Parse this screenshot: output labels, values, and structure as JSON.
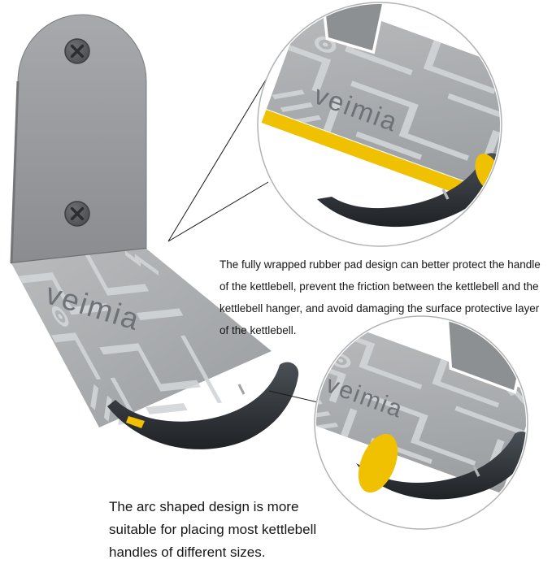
{
  "brand": "veimia",
  "annotations": {
    "rubber_pad": "The fully wrapped rubber pad design can better protect the handle of the kettlebell, prevent the friction between the kettlebell and the kettlebell hanger, and avoid damaging the surface protective layer of the kettlebell.",
    "arc_design": "The arc shaped design is more suitable for placing most kettlebell handles of different sizes."
  },
  "colors": {
    "rubber_highlight": "#efc100",
    "metal_light": "#aeb1b3",
    "metal_dark": "#8e9093",
    "rubber_dark": "#2e3236",
    "background": "#ffffff"
  }
}
